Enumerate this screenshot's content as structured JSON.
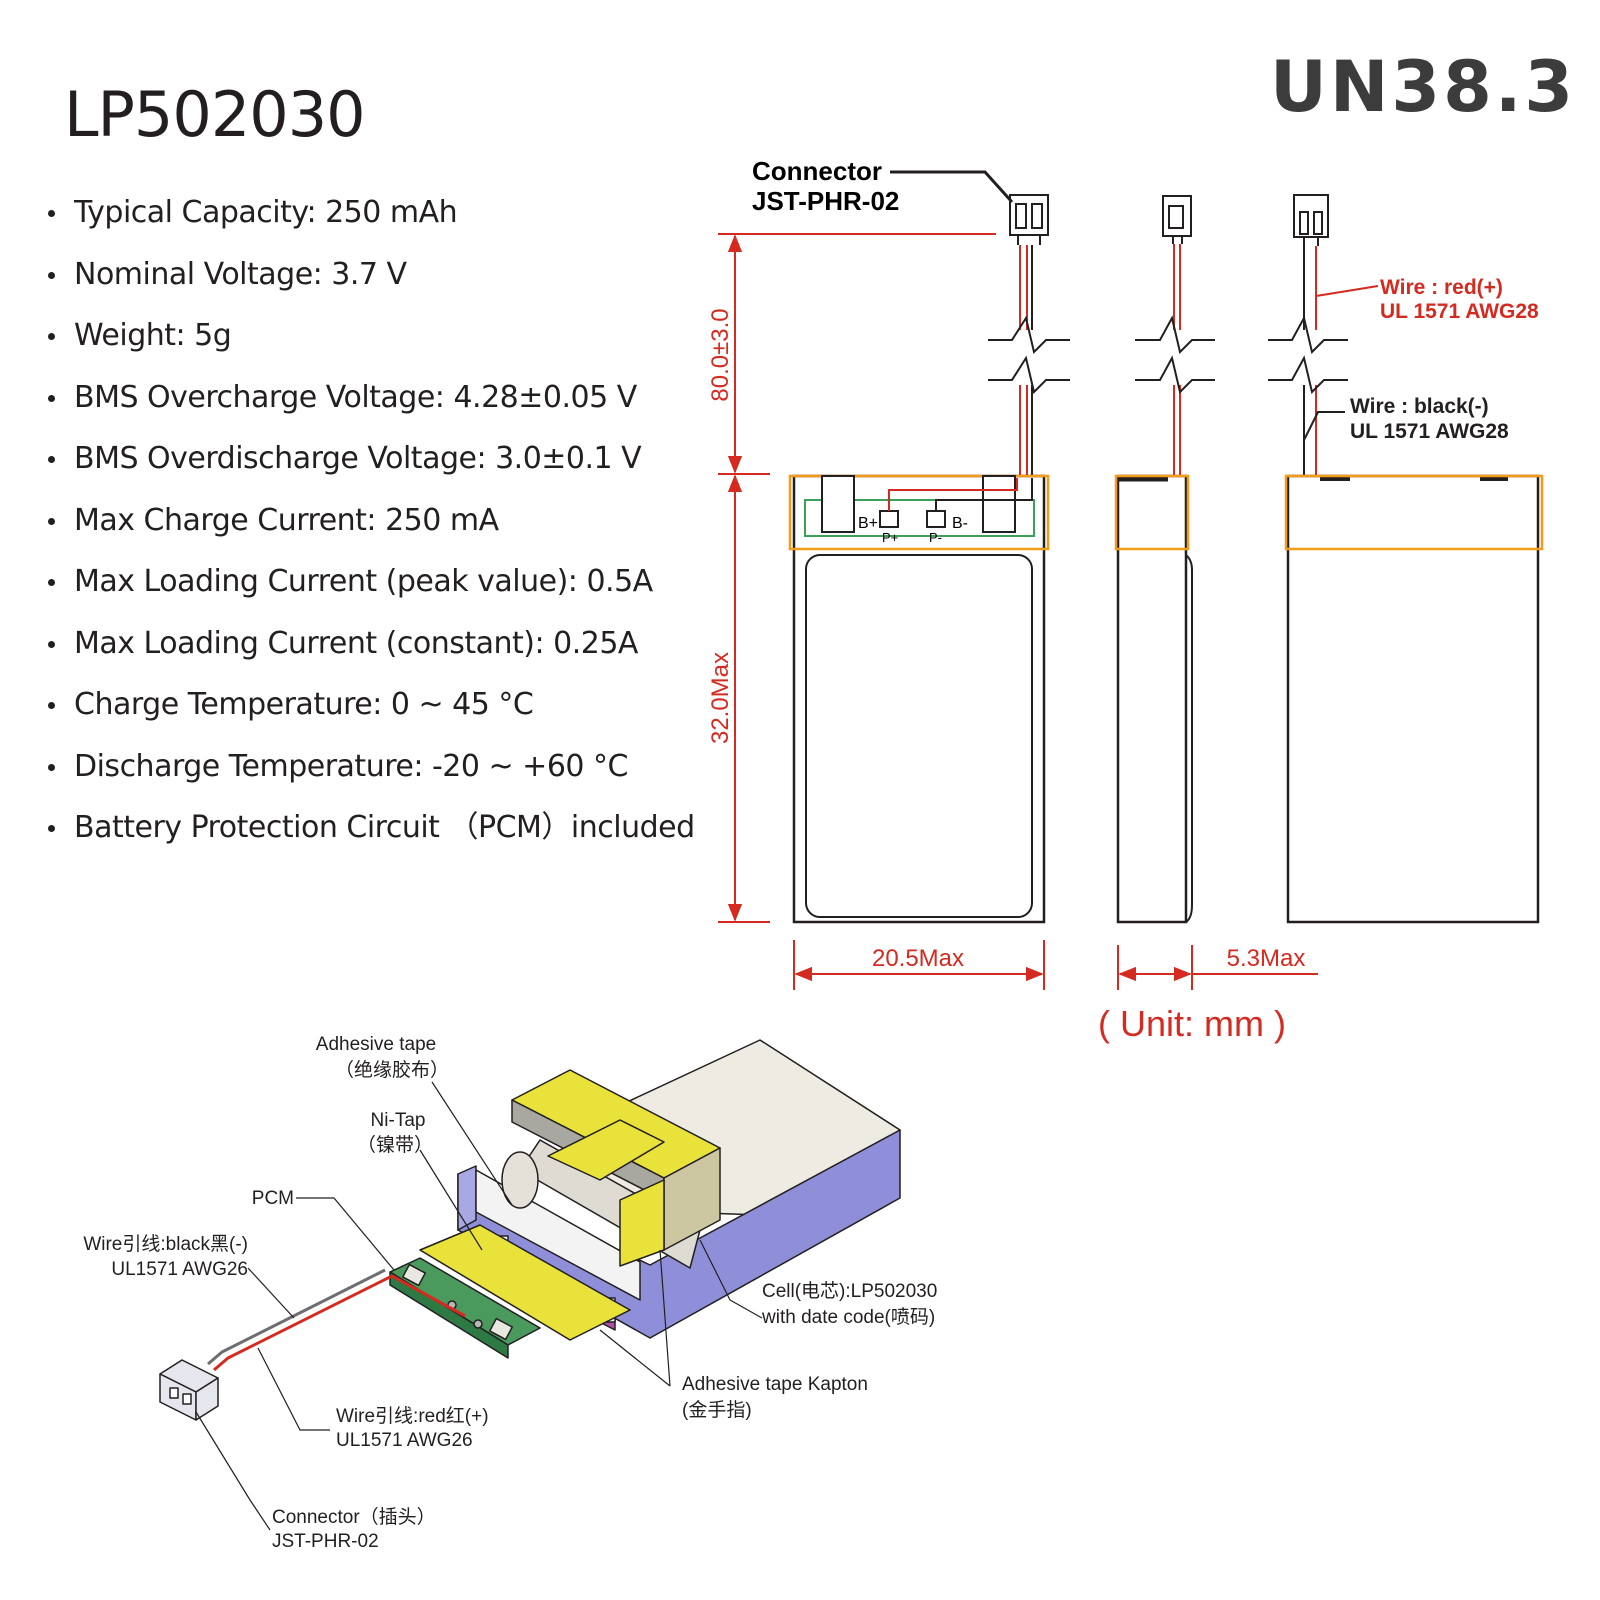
{
  "title": "LP502030",
  "badge": "UN38.3",
  "specs": [
    "Typical Capacity: 250 mAh",
    "Nominal Voltage: 3.7 V",
    "Weight: 5g",
    "BMS Overcharge Voltage: 4.28±0.05 V",
    "BMS Overdischarge Voltage: 3.0±0.1 V",
    "Max Charge Current: 250 mA",
    "Max Loading Current (peak value): 0.5A",
    "Max Loading Current (constant): 0.25A",
    "Charge Temperature: 0 ~ 45 °C",
    "Discharge Temperature: -20 ~ +60 °C",
    "Battery Protection Circuit （PCM）included"
  ],
  "drawing": {
    "connector_line1": "Connector",
    "connector_line2": "JST-PHR-02",
    "dim_wire_length": "80.0±3.0",
    "dim_height": "32.0Max",
    "dim_width": "20.5Max",
    "dim_thickness": "5.3Max",
    "unit": "( Unit: mm )",
    "wire_red_line1": "Wire : red(+)",
    "wire_red_line2": "UL 1571 AWG28",
    "wire_black_line1": "Wire : black(-)",
    "wire_black_line2": "UL 1571 AWG28",
    "pcb_bplus": "B+",
    "pcb_pplus": "P+",
    "pcb_pminus": "P-",
    "pcb_bminus": "B-"
  },
  "exploded": {
    "adhesive_tape": "Adhesive tape",
    "adhesive_tape_cn": "（绝缘胶布）",
    "ni_tap": "Ni-Tap",
    "ni_tap_cn": "（镍带）",
    "pcm": "PCM",
    "wire_black_line1": "Wire引线:black黑(-)",
    "wire_black_line2": "UL1571 AWG26",
    "wire_red_line1": "Wire引线:red红(+)",
    "wire_red_line2": "UL1571 AWG26",
    "connector_line1": "Connector（插头）",
    "connector_line2": "JST-PHR-02",
    "cell_line1": "Cell(电芯):LP502030",
    "cell_line2": "with date code(喷码)",
    "kapton_line1": "Adhesive tape Kapton",
    "kapton_line2": "(金手指)"
  },
  "colors": {
    "dimension": "#d42a1f",
    "outline": "#231f20",
    "pcm_highlight": "#f39c1c",
    "pcb_green": "#3aa05a",
    "tape_yellow": "#e8e23a",
    "cell_purple": "#8e8fd8",
    "cell_grey": "#e4e2d8",
    "magenta": "#b050a8"
  }
}
